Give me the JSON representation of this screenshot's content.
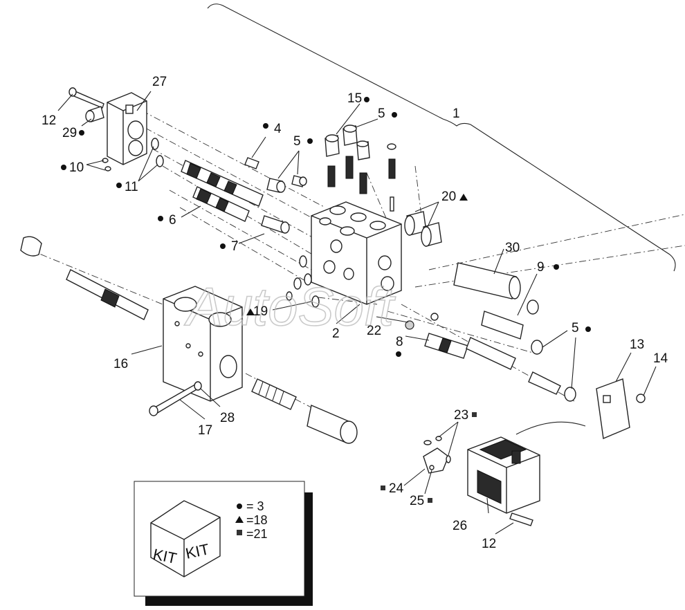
{
  "watermark": "AutoSoft",
  "callouts": {
    "c1": "1",
    "c2": "2",
    "c4": "4",
    "c5a": "5",
    "c5b": "5",
    "c5c": "5",
    "c6": "6",
    "c7": "7",
    "c8": "8",
    "c9": "9",
    "c10": "10",
    "c11": "11",
    "c12a": "12",
    "c12b": "12",
    "c13": "13",
    "c14": "14",
    "c15": "15",
    "c16": "16",
    "c17": "17",
    "c19": "19",
    "c20": "20",
    "c22": "22",
    "c23": "23",
    "c24": "24",
    "c25": "25",
    "c26": "26",
    "c27": "27",
    "c28": "28",
    "c29": "29",
    "c30": "30"
  },
  "kit_box": {
    "face_left": "KIT",
    "face_right": "KIT",
    "legend": [
      {
        "symbol": "circle",
        "text": "= 3"
      },
      {
        "symbol": "triangle",
        "text": "=18"
      },
      {
        "symbol": "square",
        "text": "=21"
      }
    ]
  }
}
